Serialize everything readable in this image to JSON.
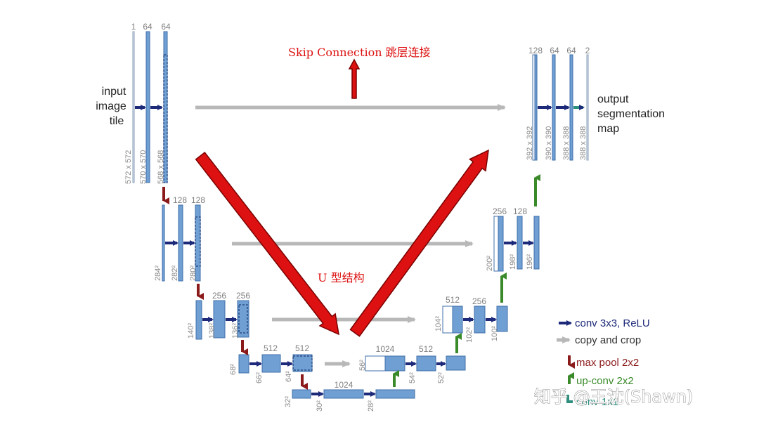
{
  "colors": {
    "block_fill": "#6f9fd3",
    "block_stroke": "#3f6fa8",
    "conv_arrow": "#1d2a7a",
    "copy_arrow": "#b8b8b8",
    "pool_arrow": "#8b1a1a",
    "upconv_arrow": "#3a8a2a",
    "final_conv_arrow": "#2f8f7f",
    "annotation_red": "#dd1111"
  },
  "annotations": {
    "skip": "Skip Connection 跳层连接",
    "u_shape": "U 型结构"
  },
  "input_label": [
    "input",
    "image",
    "tile"
  ],
  "output_label": [
    "output",
    "segmentation",
    "map"
  ],
  "channels": {
    "enc1": [
      "1",
      "64",
      "64"
    ],
    "enc2": [
      "128",
      "128"
    ],
    "enc3": [
      "256",
      "256"
    ],
    "enc4": [
      "512",
      "512"
    ],
    "bottom": [
      "1024"
    ],
    "dec4": [
      "1024",
      "512"
    ],
    "dec3": [
      "512",
      "256"
    ],
    "dec2": [
      "256",
      "128"
    ],
    "dec1": [
      "128",
      "64",
      "64",
      "2"
    ]
  },
  "sizes": {
    "enc1": [
      "572 x 572",
      "570 x 570",
      "568 x 568"
    ],
    "enc2": [
      "284²",
      "282²",
      "280²"
    ],
    "enc3": [
      "140²",
      "138²",
      "136²"
    ],
    "enc4": [
      "68²",
      "66²",
      "64²"
    ],
    "bottom": [
      "32²",
      "30²",
      "28²"
    ],
    "dec4": [
      "56²",
      "54²",
      "52²"
    ],
    "dec3": [
      "104²",
      "102²",
      "100²"
    ],
    "dec2": [
      "200²",
      "198²",
      "196²"
    ],
    "dec1": [
      "392 x 392",
      "390 x 390",
      "388 x 388",
      "388 x 388"
    ]
  },
  "legend": [
    {
      "label": "conv 3x3, ReLU",
      "icon": "conv-arrow-icon",
      "color": "#1d2a7a"
    },
    {
      "label": "copy and crop",
      "icon": "copy-arrow-icon",
      "color": "#b8b8b8"
    },
    {
      "label": "max pool 2x2",
      "icon": "maxpool-arrow-icon",
      "color": "#8b1a1a"
    },
    {
      "label": "up-conv 2x2",
      "icon": "upconv-arrow-icon",
      "color": "#3a8a2a"
    },
    {
      "label": "conv 1x1",
      "icon": "conv1x1-arrow-icon",
      "color": "#2f8f7f"
    }
  ],
  "watermark": "知乎 @王沈(Shawn)"
}
